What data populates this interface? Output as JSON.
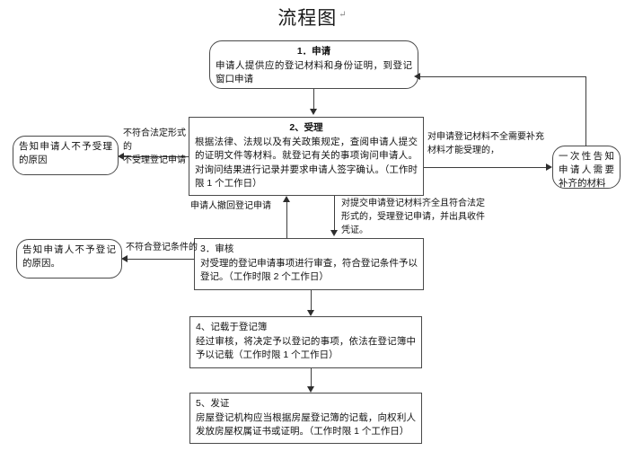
{
  "document": {
    "title": "流程图",
    "title_mark": "↵"
  },
  "nodes": {
    "apply": {
      "header": "1．申请",
      "body": "申请人提供应的登记材料和身份证明，到登记窗口申请"
    },
    "accept": {
      "header": "2、受理",
      "body": "根据法律、法规以及有关政策规定，查阅申请人提交的证明文件等材料。就登记有关的事项询问申请人。对询问结果进行记录并要求申请人签字确认。（工作时限 1 个工作日）"
    },
    "review": {
      "header": "3．审核",
      "body": "对受理的登记申请事项进行审查，符合登记条件予以登记。（工作时限 2 个工作日）"
    },
    "record": {
      "header": "4、记载于登记簿",
      "body": "经过审核，将决定予以登记的事项，依法在登记簿中予以记载（工作时限 1 个工作日）"
    },
    "issue": {
      "header": "5、发证",
      "body": "房屋登记机构应当根据房屋登记簿的记载，向权利人发放房屋权属证书或证明。（工作时限 1 个工作日）"
    },
    "reject_accept": {
      "body": "告知申请人不予受理的原因"
    },
    "reject_register": {
      "body": "告知申请人不予登记的原因。"
    },
    "supplement": {
      "body": "一次性告知申请人需要补齐的材料"
    }
  },
  "edge_labels": {
    "not_legal_form": "不符合法定形式的\n不受理登记申请",
    "materials_incomplete": "对申请登记材料不全需要补充\n材料才能受理的，",
    "withdraw": "申请人撤回登记申请",
    "materials_complete": "对提交申请登记材料齐全且符合法定\n形式的，受理登记申请，并出具收件\n凭证。",
    "not_meet_conditions": "不符合登记条件的"
  },
  "colors": {
    "stroke": "#3d3d3d",
    "text": "#111111",
    "accent_number": "#1b3d8f",
    "background": "#ffffff",
    "mark": "#9a9a9a"
  }
}
